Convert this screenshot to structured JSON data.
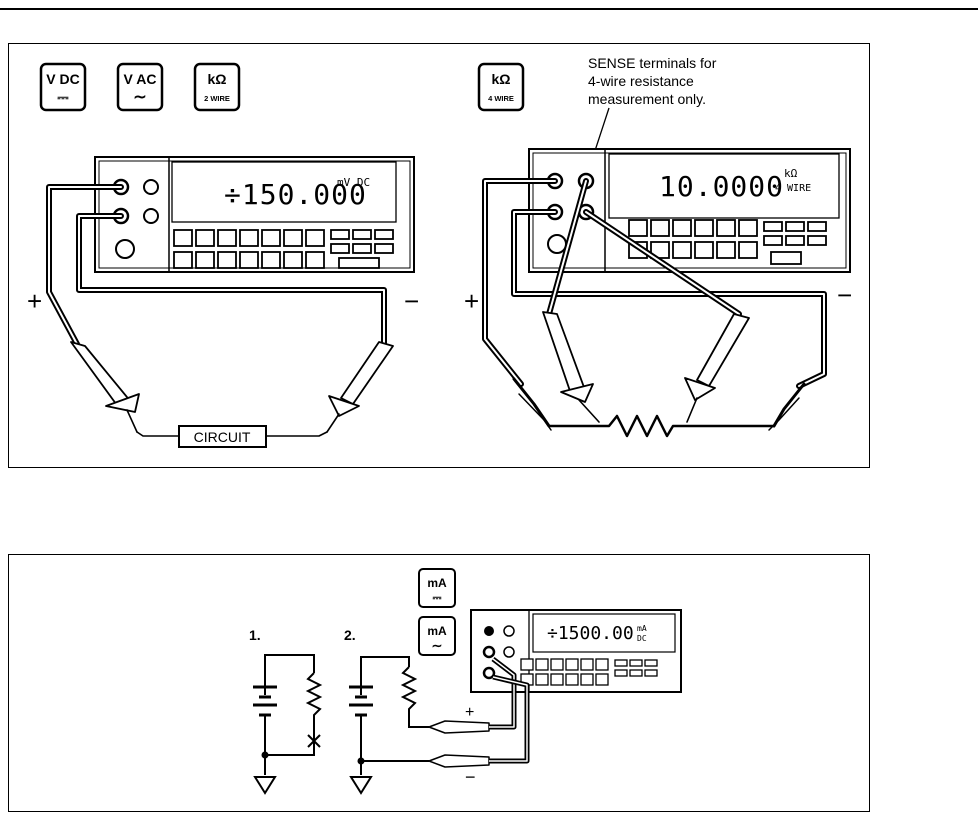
{
  "top_panel": {
    "keys_left": [
      {
        "main": "V DC",
        "sub": "⎓"
      },
      {
        "main": "V AC",
        "sub": "∼"
      },
      {
        "main": "kΩ",
        "sub": "2 WIRE"
      }
    ],
    "key_right": {
      "main": "kΩ",
      "sub": "4 WIRE"
    },
    "sense_note": [
      "SENSE terminals for",
      "4-wire resistance",
      "measurement only."
    ],
    "meter_left": {
      "reading": "÷150.000",
      "unit": "mV DC"
    },
    "meter_right": {
      "reading": "10.0000",
      "unit_top": "kΩ",
      "unit_bottom": "4 WIRE"
    },
    "plus": "+",
    "minus": "−",
    "circuit_label": "CIRCUIT"
  },
  "bottom_panel": {
    "key_dc": {
      "main": "mA",
      "sub": "⎓"
    },
    "key_ac": {
      "main": "mA",
      "sub": "∼"
    },
    "meter": {
      "reading": "÷1500.00",
      "unit_top": "mA",
      "unit_bottom": "DC"
    },
    "step1": "1.",
    "step2": "2.",
    "plus": "+",
    "minus": "−"
  },
  "colors": {
    "ink": "#000000",
    "paper": "#ffffff"
  }
}
